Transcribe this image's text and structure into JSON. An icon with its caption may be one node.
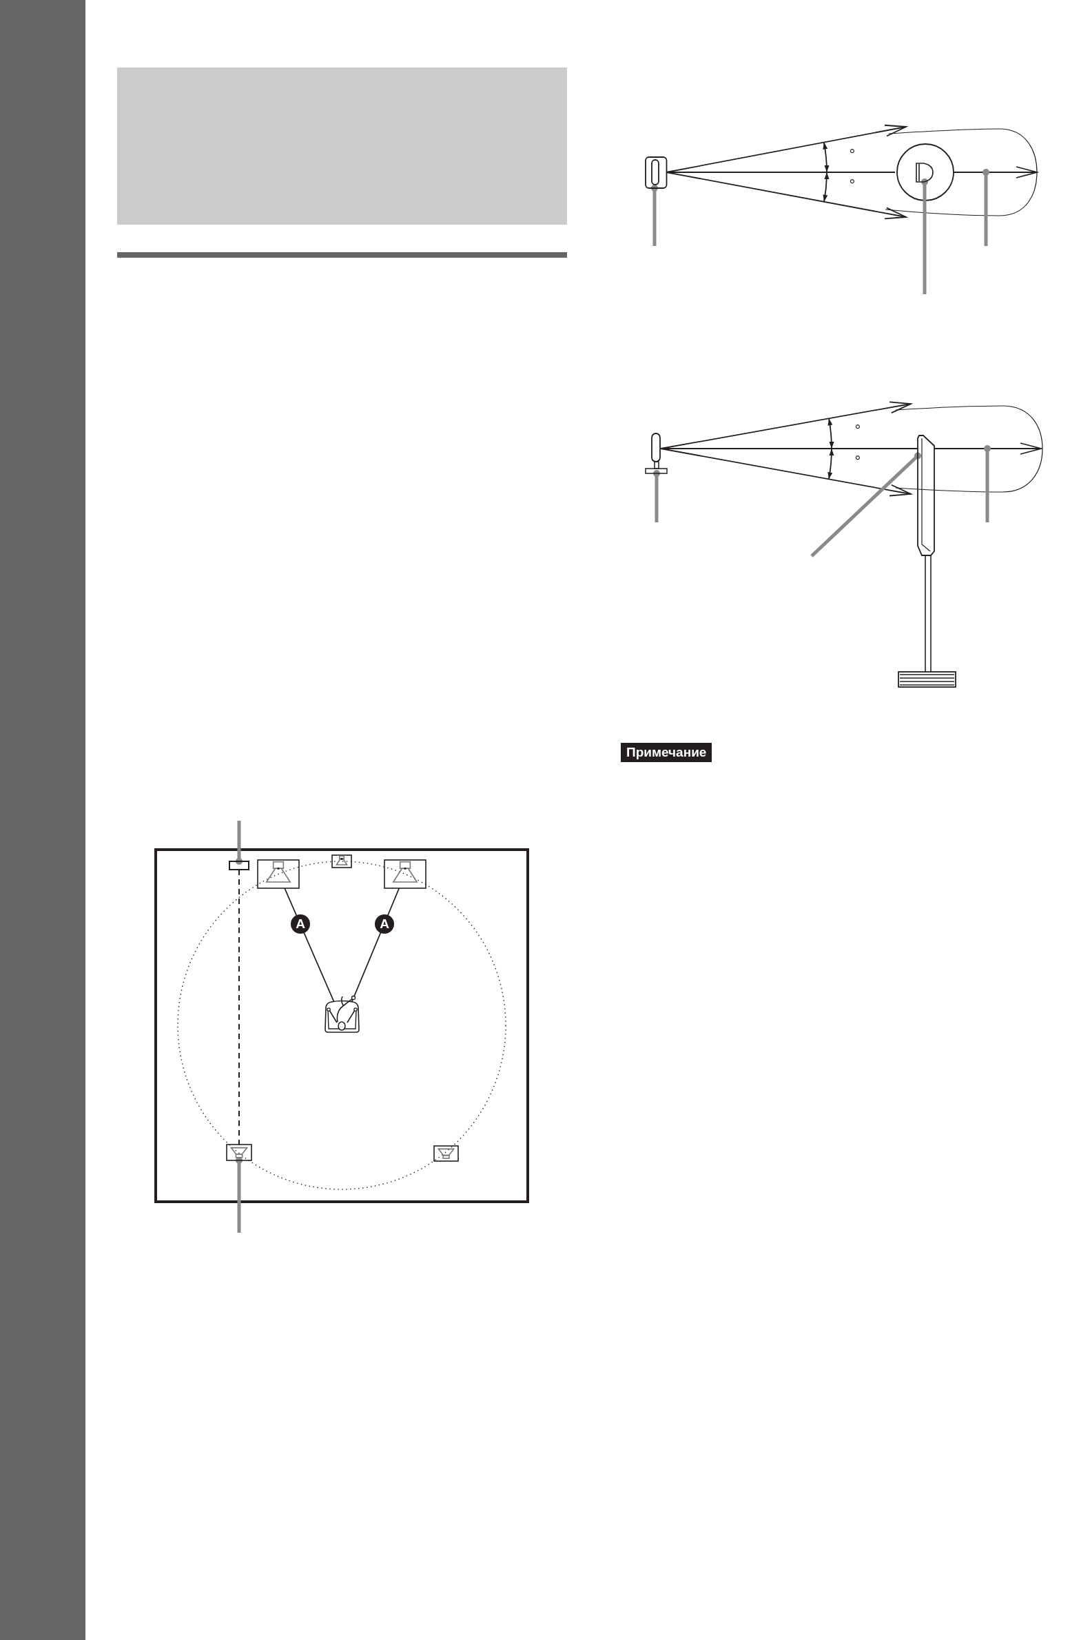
{
  "diagram": {
    "nodes": [
      {
        "text": [],
        "shape": "box"
      },
      {
        "text": [],
        "shape": "picture"
      },
      {
        "text": [],
        "shape": "picture"
      },
      {
        "text": [],
        "shape": "picture"
      },
      {
        "text": [],
        "shape": "person"
      },
      {
        "text": [],
        "shape": "picture"
      },
      {
        "text": [],
        "shape": "picture"
      },
      {
        "text": [],
        "shape": "picture"
      },
      {
        "text": [],
        "shape": "picture"
      },
      {
        "text": [],
        "shape": "picture"
      },
      {
        "text": [],
        "shape": "picture"
      },
      {
        "text": [
          "Примечание"
        ]
      }
    ],
    "edges": [
      {
        "from": 1,
        "to": 4,
        "arrow": "none",
        "label": "A",
        "color": "#231f20"
      },
      {
        "from": 3,
        "to": 4,
        "arrow": "none",
        "label": "A",
        "color": "#231f20"
      },
      {
        "from": 0,
        "to": 5,
        "arrow": "none",
        "style": "dashed",
        "color": "#231f20"
      },
      {
        "from": null,
        "to": 0,
        "arrow": "other"
      },
      {
        "from": null,
        "to": 5,
        "arrow": "other"
      },
      {
        "from": null,
        "to": 7,
        "arrow": "other"
      },
      {
        "from": null,
        "to": 8,
        "arrow": "other"
      },
      {
        "from": null,
        "to": 9,
        "arrow": "other"
      },
      {
        "from": null,
        "to": 10,
        "arrow": "other"
      }
    ],
    "labels": [
      "°",
      "°",
      "°",
      "°"
    ]
  }
}
